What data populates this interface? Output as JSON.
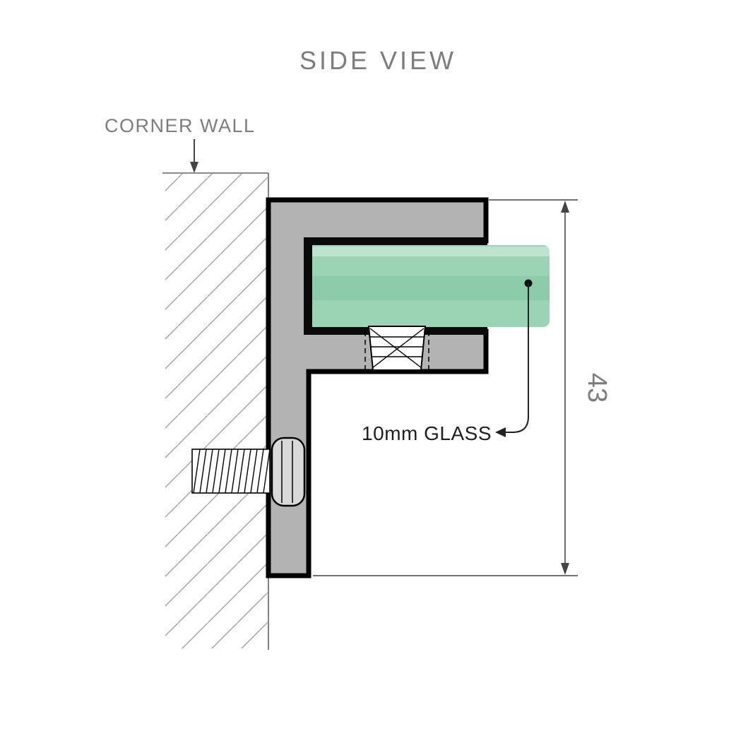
{
  "title": "SIDE VIEW",
  "labels": {
    "corner_wall": "CORNER WALL",
    "glass_note": "10mm GLASS",
    "dimension_height": "43"
  },
  "colors": {
    "glass_green": "#9bd4b4",
    "glass_band": "#7cc49e",
    "bracket_gray": "#b3b3b3",
    "slot_black": "#0a0a0a",
    "label_gray": "#7d7d7d",
    "annotation_dark": "#1f1f1f",
    "line_gray": "#666666"
  },
  "parts": [
    "corner-wall",
    "wall-bracket-profile",
    "glass-panel",
    "grub-screw",
    "fixing-bolt"
  ]
}
